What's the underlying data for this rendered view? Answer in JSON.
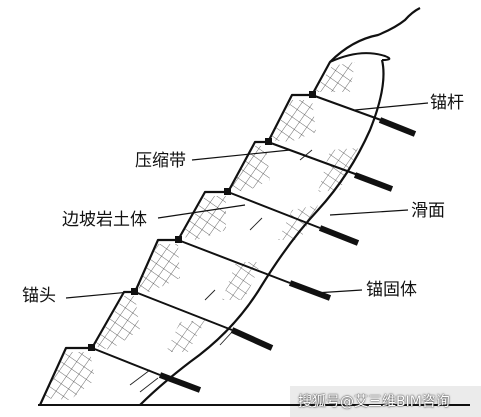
{
  "labels": {
    "anchor_rod": "锚杆",
    "compression_zone": "压缩带",
    "slope_rock_soil": "边坡岩土体",
    "sliding_surface": "滑面",
    "anchor_head": "锚头",
    "anchor_body": "锚固体"
  },
  "watermark": {
    "text": "搜狐号@艾三维BIM咨询"
  },
  "colors": {
    "line": "#111111",
    "background": "#ffffff"
  }
}
